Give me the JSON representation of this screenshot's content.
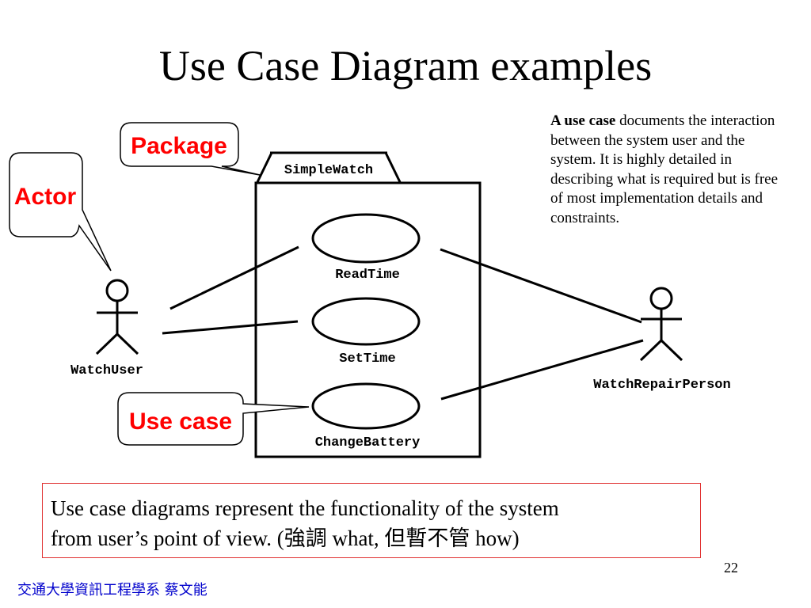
{
  "slide": {
    "title": "Use Case Diagram examples",
    "page_number": "22",
    "footer": "交通大學資訊工程學系 蔡文能"
  },
  "description": {
    "bold_lead": "A use case",
    "text": " documents the interaction between the system user and the system. It is highly detailed in describing what is required but is free of most implementation details and constraints."
  },
  "note": {
    "line1": "Use case diagrams represent the functionality of the system",
    "line2": "from user’s point of view. (強調 what, 但暫不管 how)"
  },
  "diagram": {
    "package_name": "SimpleWatch",
    "use_cases": [
      "ReadTime",
      "SetTime",
      "ChangeBattery"
    ],
    "actors": [
      "WatchUser",
      "WatchRepairPerson"
    ],
    "callouts": {
      "package": "Package",
      "actor": "Actor",
      "use_case": "Use case"
    }
  },
  "colors": {
    "callout_text": "#ff0000",
    "note_border": "#e03030",
    "footer": "#0000cc"
  }
}
